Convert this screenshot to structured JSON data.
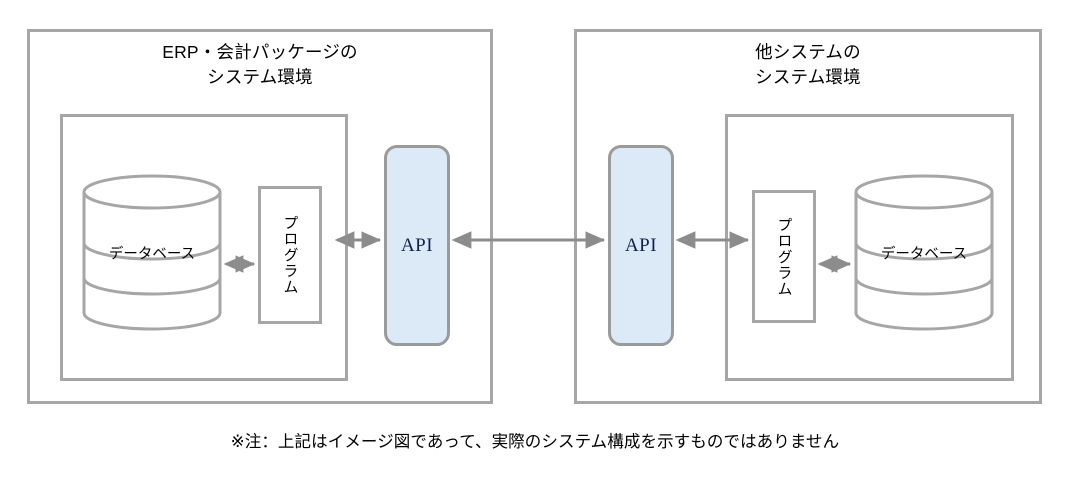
{
  "diagram": {
    "title_note": "※注：上記はイメージ図であって、実際のシステム構成を示すものではありません",
    "panels": [
      {
        "id": "erp",
        "title": "ERP・会計パッケージの\nシステム環境",
        "database_label": "データベース",
        "program_label": "プログラム",
        "api_label": "API",
        "layout": "database-left"
      },
      {
        "id": "other",
        "title": "他システムの\nシステム環境",
        "database_label": "データベース",
        "program_label": "プログラム",
        "api_label": "API",
        "layout": "database-right"
      }
    ],
    "connectors": [
      {
        "name": "db-to-program-left",
        "style": "double-arrow"
      },
      {
        "name": "program-to-api-left",
        "style": "double-arrow"
      },
      {
        "name": "api-to-api",
        "style": "double-arrow"
      },
      {
        "name": "api-to-program-right",
        "style": "double-arrow"
      },
      {
        "name": "program-to-db-right",
        "style": "double-arrow"
      }
    ],
    "colors": {
      "border_gray": "#a6a6a6",
      "api_fill": "#dce9f6",
      "api_border": "#9a9a9a",
      "api_text": "#11204a",
      "arrow_gray": "#8c8c8c",
      "text_black": "#000000",
      "background": "#ffffff"
    }
  }
}
